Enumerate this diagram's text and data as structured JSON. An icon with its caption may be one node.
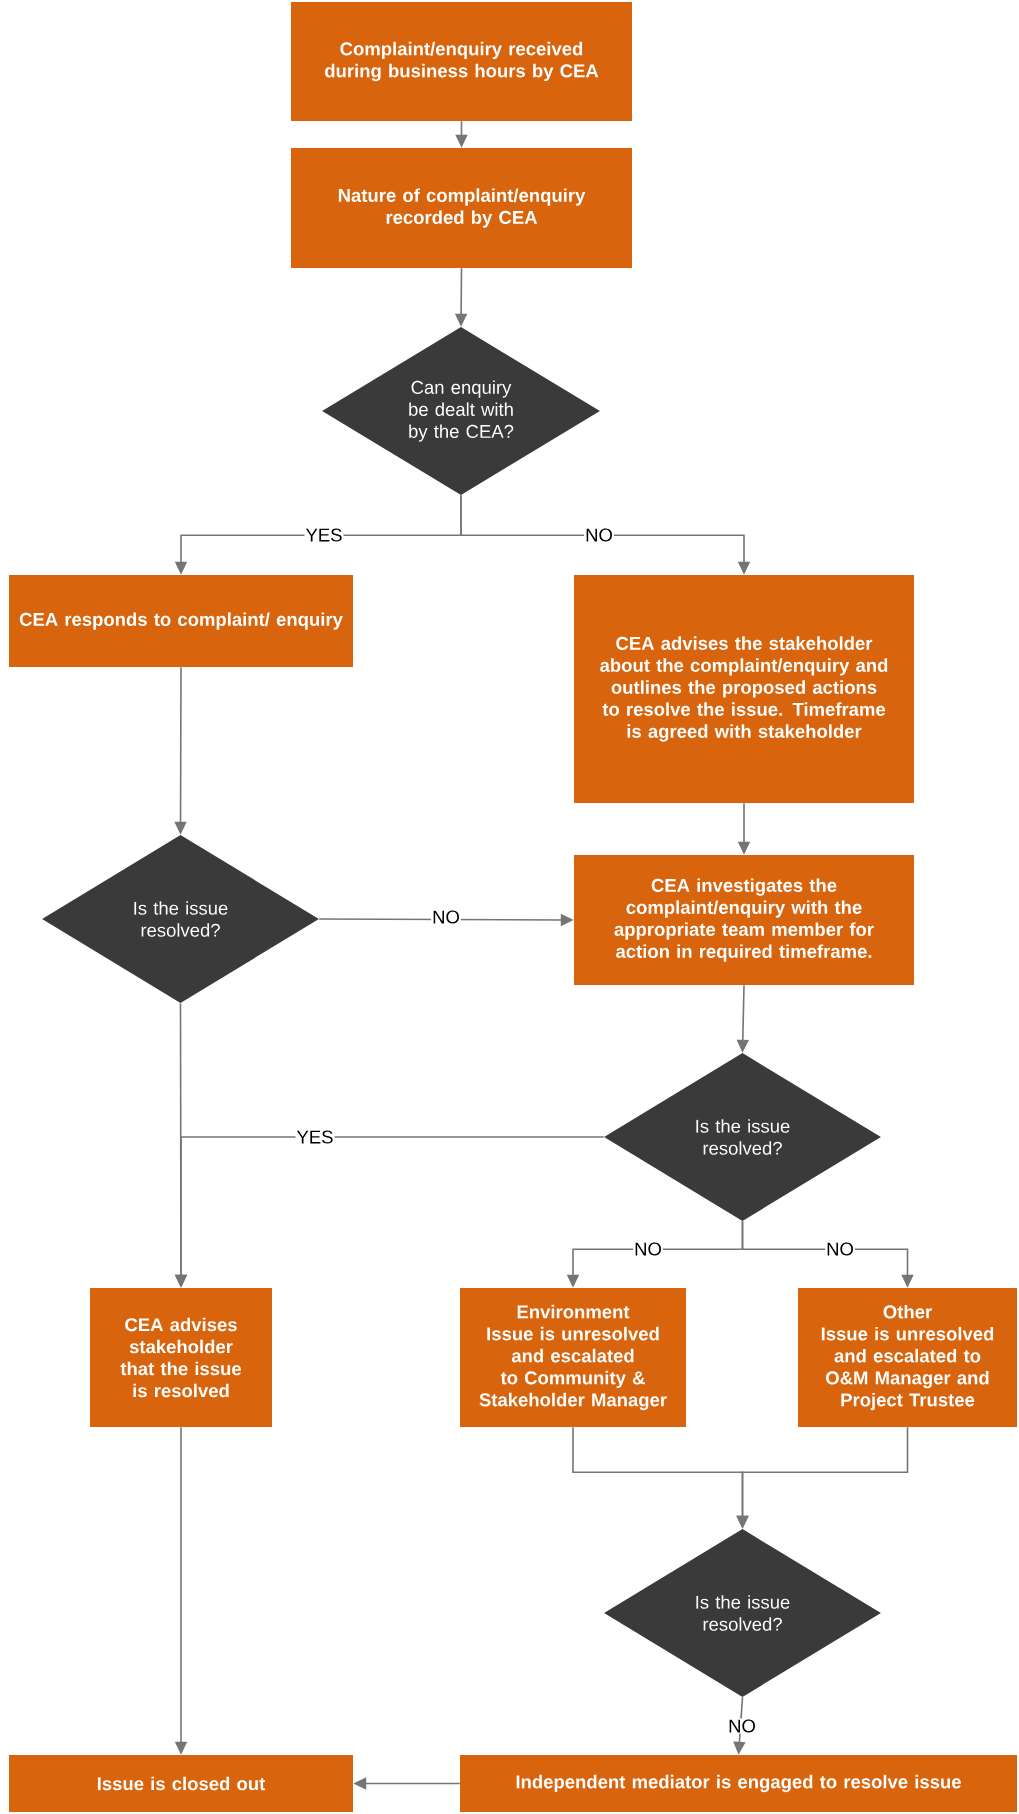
{
  "diagram": {
    "nodes": [
      {
        "text": [
          "Complaint/enquiry received during business hours by CEA"
        ]
      },
      {
        "text": [
          "Nature of complaint/enquiry recorded by CEA"
        ]
      },
      {
        "text": [
          "Can enquiry be dealt with by the CEA?"
        ]
      },
      {
        "text": [
          "CEA responds to complaint/ enquiry"
        ]
      },
      {
        "text": [
          "CEA advises the stakeholder about the complaint/enquiry and outlines the proposed actions to resolve the issue. Timeframe is agreed with stakeholder"
        ]
      },
      {
        "text": [
          "Is the issue resolved?"
        ]
      },
      {
        "text": [
          "CEA investigates the complaint/enquiry with the appropriate team member for action in required timeframe."
        ]
      },
      {
        "text": [
          "Is the issue resolved?"
        ]
      },
      {
        "text": [
          "CEA advises stakeholder that the issue is resolved"
        ]
      },
      {
        "text": [
          "Environment",
          "Issue is unresolved and escalated to Community & Stakeholder Manager"
        ]
      },
      {
        "text": [
          "Other",
          "Issue is unresolved and escalated to O&M Manager and Project Trustee"
        ]
      },
      {
        "text": [
          "Is the issue resolved?"
        ]
      },
      {
        "text": [
          "Issue is closed out"
        ]
      },
      {
        "text": [
          "Independent mediator is engaged to resolve issue"
        ]
      }
    ],
    "edges": [
      {
        "from": 0,
        "to": 1,
        "arrow": "to"
      },
      {
        "from": 1,
        "to": 2,
        "arrow": "to"
      },
      {
        "from": 2,
        "to": 3,
        "arrow": "to",
        "label": "YES"
      },
      {
        "from": 2,
        "to": 4,
        "arrow": "to",
        "label": "NO"
      },
      {
        "from": 3,
        "to": 5,
        "arrow": "to"
      },
      {
        "from": 5,
        "to": 6,
        "arrow": "to",
        "label": "NO"
      },
      {
        "from": 4,
        "to": 6,
        "arrow": "to"
      },
      {
        "from": 5,
        "to": 8,
        "arrow": "to"
      },
      {
        "from": 7,
        "to": 8,
        "arrow": "to",
        "label": "YES"
      },
      {
        "from": 6,
        "to": 7,
        "arrow": "to"
      },
      {
        "from": 7,
        "to": 9,
        "arrow": "to",
        "label": "NO"
      },
      {
        "from": 7,
        "to": 10,
        "arrow": "to",
        "label": "NO"
      },
      {
        "from": 9,
        "to": 11,
        "arrow": "to"
      },
      {
        "from": 10,
        "to": 11,
        "arrow": "to"
      },
      {
        "from": 11,
        "to": 13,
        "arrow": "to",
        "label": "NO"
      },
      {
        "from": 13,
        "to": 12,
        "arrow": "to"
      },
      {
        "from": 8,
        "to": 12,
        "arrow": "to"
      }
    ]
  }
}
